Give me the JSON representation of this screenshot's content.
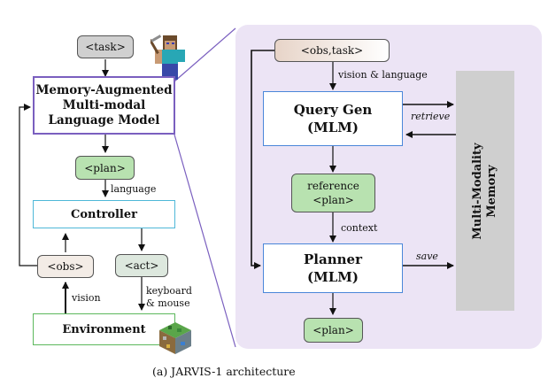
{
  "left": {
    "task": "<task>",
    "model_line1": "Memory-Augmented",
    "model_line2": "Multi-modal",
    "model_line3": "Language Model",
    "plan": "<plan>",
    "language": "language",
    "controller": "Controller",
    "obs": "<obs>",
    "act": "<act>",
    "vision": "vision",
    "keyboard_line1": "keyboard",
    "keyboard_line2": "& mouse",
    "environment": "Environment"
  },
  "right": {
    "obs_task": "<obs,task>",
    "vision_language": "vision & language",
    "query_line1": "Query Gen",
    "query_line2": "(MLM)",
    "retrieve": "retrieve",
    "reference_line1": "reference",
    "reference_line2": "<plan>",
    "context": "context",
    "planner_line1": "Planner",
    "planner_line2": "(MLM)",
    "save": "save",
    "plan_out": "<plan>",
    "memory_line1": "Multi-Modality",
    "memory_line2": "Memory"
  },
  "caption": "(a) JARVIS-1 architecture",
  "icons": [
    "minecraft-steve-icon",
    "minecraft-world-icon"
  ],
  "colors": {
    "panel": "#ece4f5",
    "model_border": "#7a5fbf",
    "green_fill": "#b8e2b0",
    "blue_border": "#4a86d9",
    "memory": "#cfcfcf",
    "obs_fill": "#f3ece6",
    "act_fill": "#dde8de",
    "task_fill": "#d0d0d0"
  }
}
